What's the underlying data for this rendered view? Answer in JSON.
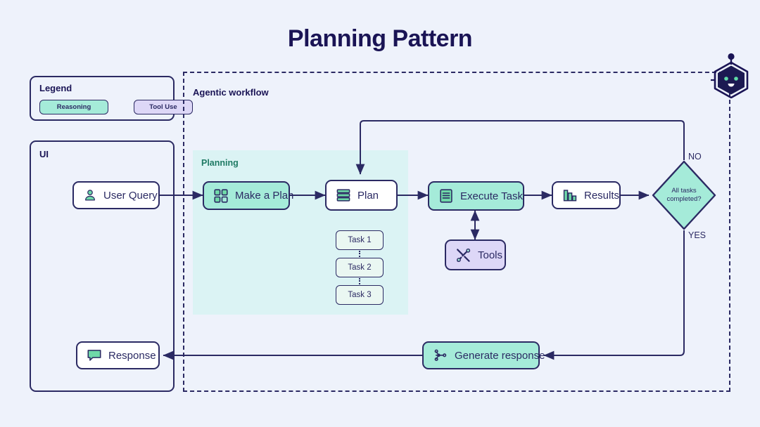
{
  "page": {
    "title": "Planning Pattern",
    "background_color": "#eef2fb",
    "ink_color": "#2b2a63",
    "accent_teal": "#a5ebd9",
    "accent_purple": "#ddd7f7",
    "planning_fill": "#dbf3f4",
    "planning_text_color": "#1f7a64"
  },
  "legend": {
    "title": "Legend",
    "items": [
      {
        "label": "Reasoning",
        "color": "#a5ebd9",
        "icon": "reasoning-pill"
      },
      {
        "label": "Tool Use",
        "color": "#ddd7f7",
        "icon": "tool-use-pill"
      }
    ]
  },
  "ui_panel": {
    "title": "UI",
    "nodes": [
      {
        "label": "User Query",
        "icon": "user-icon",
        "fill": "#ffffff"
      },
      {
        "label": "Response",
        "icon": "chat-bubble-icon",
        "fill": "#ffffff"
      }
    ]
  },
  "agentic": {
    "label": "Agentic workflow",
    "planning": {
      "label": "Planning",
      "nodes": [
        {
          "label": "Make a Plan",
          "icon": "grid-squares-icon",
          "fill": "#a5ebd9"
        },
        {
          "label": "Plan",
          "icon": "stacked-bars-icon",
          "fill": "#ffffff"
        }
      ],
      "tasks": [
        "Task 1",
        "Task 2",
        "Task 3"
      ]
    },
    "nodes": [
      {
        "label": "Execute Task",
        "icon": "document-list-icon",
        "fill": "#a5ebd9"
      },
      {
        "label": "Tools",
        "icon": "wrench-screwdriver-icon",
        "fill": "#ddd7f7"
      },
      {
        "label": "Results",
        "icon": "bar-chart-icon",
        "fill": "#ffffff"
      },
      {
        "label": "Generate response",
        "icon": "node-graph-icon",
        "fill": "#a5ebd9"
      }
    ],
    "decision": {
      "text_line1": "All tasks",
      "text_line2": "completed?",
      "fill": "#a5ebd9",
      "branch_no": "NO",
      "branch_yes": "YES"
    }
  },
  "bot": {
    "icon": "bot-hexagon-icon",
    "color": "#1a1455",
    "eye_color": "#5fdba7"
  }
}
